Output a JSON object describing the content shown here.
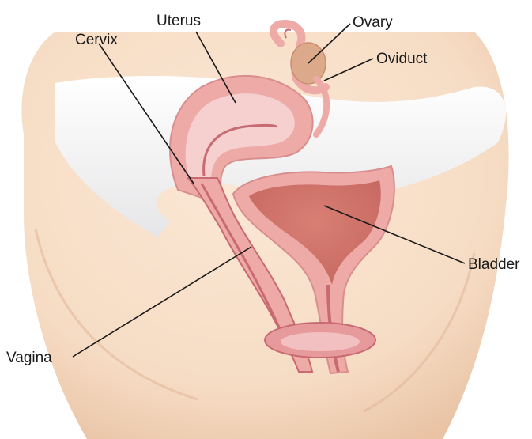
{
  "labels": {
    "uterus": "Uterus",
    "ovary": "Ovary",
    "cervix": "Cervix",
    "oviduct": "Oviduct",
    "bladder": "Bladder",
    "vagina": "Vagina"
  },
  "colors": {
    "skin": "#f6dcc4",
    "skin_shadow": "#e8c0a0",
    "tissue_pink": "#eeaaa7",
    "tissue_light": "#f6cfcf",
    "tissue_dark": "#c86a72",
    "bladder_inner": "#d98c80",
    "ovary": "#dca98a",
    "cavity_white": "#f4f5f6"
  }
}
